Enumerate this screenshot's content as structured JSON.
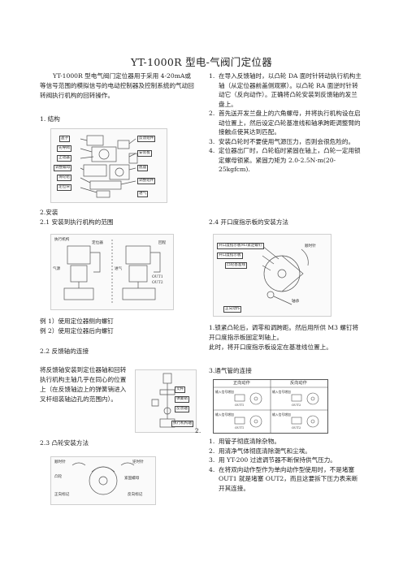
{
  "title": "YT-1000R 型电-气阀门定位器",
  "intro": "YT-1000R 型电气阀门定位器用于采用 4-20mA或等信号范围的模拟信号的电动控制器及控制系统的气动回转阀执行机构的回转操作。",
  "s1": {
    "heading": "1.   结构"
  },
  "fig1": {
    "labels": [
      "盖子",
      "先导阀",
      "止动器",
      "调整螺母",
      "滑轮组",
      "定位块",
      "反馈组件",
      "安装板",
      "底座",
      "调整组件",
      "进气"
    ]
  },
  "s2": {
    "heading": "2.安装",
    "sub1": "2.1 安装到执行机构的范围"
  },
  "fig2": {
    "labels": [
      "执行机构",
      "气源",
      "定位器",
      "回程",
      "进气",
      "OUT1",
      "OUT2"
    ]
  },
  "ex": {
    "line1": "例 1）使用定位器侧向螺钉",
    "line2": "例 2）使用定位器后向螺钉"
  },
  "s22": {
    "heading": "2.2 反馈轴的连接",
    "text": "将反馈轴安装到定位器轴和回转执行机构主轴几乎在同心的位置上（在反馈轴边上的弹簧销进入叉杆组装轴边孔的范围内）。"
  },
  "fig3": {
    "labels": [
      "叉杆",
      "弹簧销",
      "反馈轴",
      "执行机构轴"
    ]
  },
  "pageNum": "2.",
  "s23": {
    "heading": "2.3 凸轮安装方法"
  },
  "fig4": {
    "labels": [
      "顺时针",
      "逆时针",
      "凸轮",
      "正向标记",
      "反向标记",
      "紧固螺母"
    ]
  },
  "rightList1": [
    {
      "n": "1.",
      "text": "在导入反馈轴时，以凸轮 DA 面时针转动执行机构主轴（从定位器前盖侧观察）。以凸轮 RA 面逆时针转动它（反向动作）。正确将凸轮安装到反馈轴的发兰盘上。"
    },
    {
      "n": "2.",
      "text": "首先送开发兰盘上的六角螺母，并将执行机构设在启动位置上，然后设定凸轮基准线和轴承跨距调整臂的接触点使其达到匹配。"
    },
    {
      "n": "3.",
      "text": "安装凸轮时不要使用气源压力，否则会很危险的。"
    },
    {
      "n": "4.",
      "text": "定位器出厂时，凸轮临时紧固在轴上，凸轮一定用锁定螺母锁紧。紧固力矩为 2.0-2.5N·m(20-25kgfcm)."
    }
  ],
  "s24": {
    "heading": "2.4  开口度指示板的安装方法"
  },
  "fig5": {
    "labels": [
      "开口度指示板M3紧定螺钉",
      "开口度指示板",
      "凸轮基准线",
      "顺时针",
      "轴承",
      "正向动作"
    ]
  },
  "s24text": {
    "line1": "1.锁紧凸轮后，调零和调跨距。然后用所供 M3 螺钉将开口度指示板固定到轴上。",
    "line2": "此时，将开口度指示板设定在基准线位置上。"
  },
  "s3": {
    "heading": "3.通气管的连接"
  },
  "fig6": {
    "col1": "正向动作",
    "col2": "反向动作",
    "labels": [
      "输入信号增加",
      "输入信号增加",
      "输入信号增加",
      "输入信号增加",
      "OUT1",
      "OUT2",
      "OUT1",
      "OUT2"
    ]
  },
  "rightList2": [
    {
      "n": "1.",
      "text": "用管子彻底清除杂物。"
    },
    {
      "n": "2.",
      "text": "用清净气体彻底清除潮气和尘埃。"
    },
    {
      "n": "3.",
      "text": "用 YT-200 过滤调节器不断保持供气压力。"
    },
    {
      "n": "4.",
      "text": "在将双向动作型作为单向动作型使用时，不是堵塞 OUT1 就是堵塞 OUT2，而且这要拆下压力表来断开其连接。"
    }
  ]
}
